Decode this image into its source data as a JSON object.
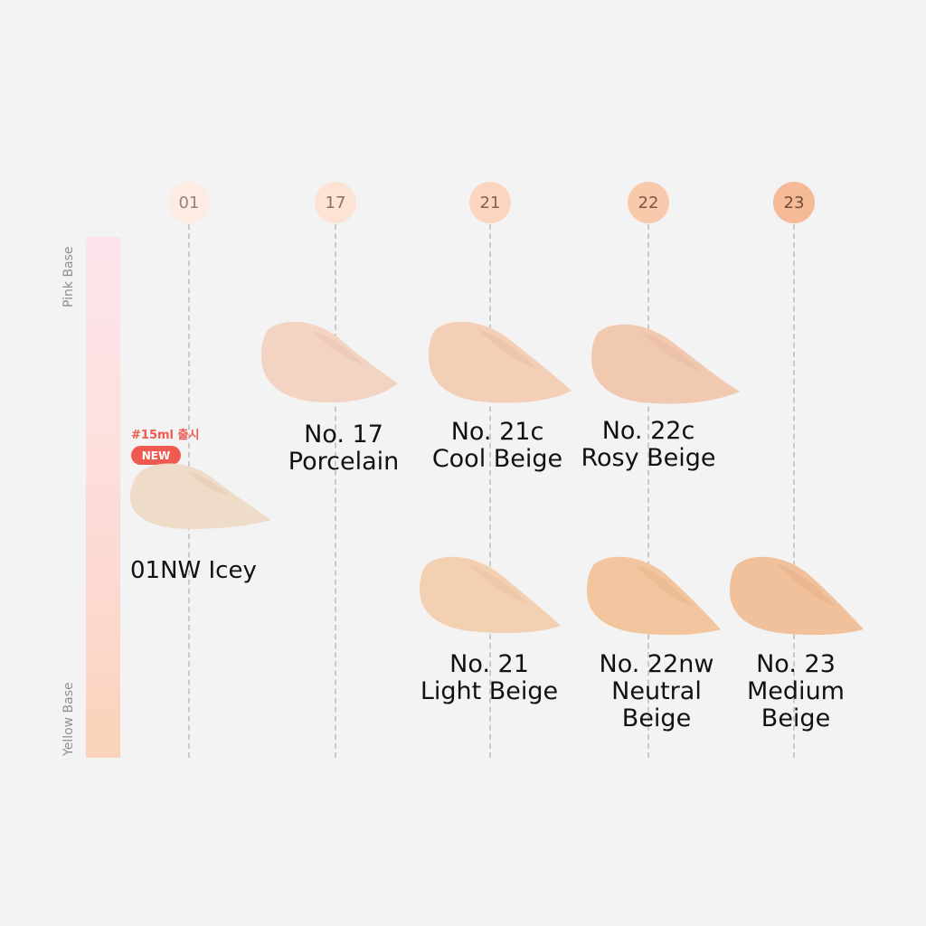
{
  "axis": {
    "top_label": "Pink Base",
    "bottom_label": "Yellow Base"
  },
  "shade_numbers": [
    {
      "label": "01",
      "color": "#fdece3",
      "text_color": "#9a8070"
    },
    {
      "label": "17",
      "color": "#fce3d4",
      "text_color": "#8f6e5e"
    },
    {
      "label": "21",
      "color": "#fbd5bf",
      "text_color": "#86604f"
    },
    {
      "label": "22",
      "color": "#f8c9aa",
      "text_color": "#7d5645"
    },
    {
      "label": "23",
      "color": "#f4bb96",
      "text_color": "#6f4b3a"
    }
  ],
  "swatches": {
    "icey": {
      "name": "01NW Icey",
      "promo": "#15ml 출시",
      "badge": "NEW",
      "color": "#efdcc8",
      "shadow": "#e4ccb5"
    },
    "porcelain": {
      "line1": "No. 17",
      "line2": "Porcelain",
      "color": "#f3d4c2",
      "shadow": "#e9c3ae"
    },
    "cool_beige": {
      "line1": "No. 21c",
      "line2": "Cool Beige",
      "color": "#f3cfb7",
      "shadow": "#e8bda3"
    },
    "rosy_beige": {
      "line1": "No. 22c",
      "line2": "Rosy Beige",
      "color": "#f1c9b1",
      "shadow": "#e6b99e"
    },
    "light_beige": {
      "line1": "No. 21",
      "line2": "Light Beige",
      "color": "#f4d0b3",
      "shadow": "#e9bf9f"
    },
    "neutral_beige": {
      "line1": "No. 22nw",
      "line2": "Neutral",
      "line3": "Beige",
      "color": "#f2c59e",
      "shadow": "#e6b48a"
    },
    "medium_beige": {
      "line1": "No. 23",
      "line2": "Medium",
      "line3": "Beige",
      "color": "#f0c19b",
      "shadow": "#e3ae85"
    }
  }
}
